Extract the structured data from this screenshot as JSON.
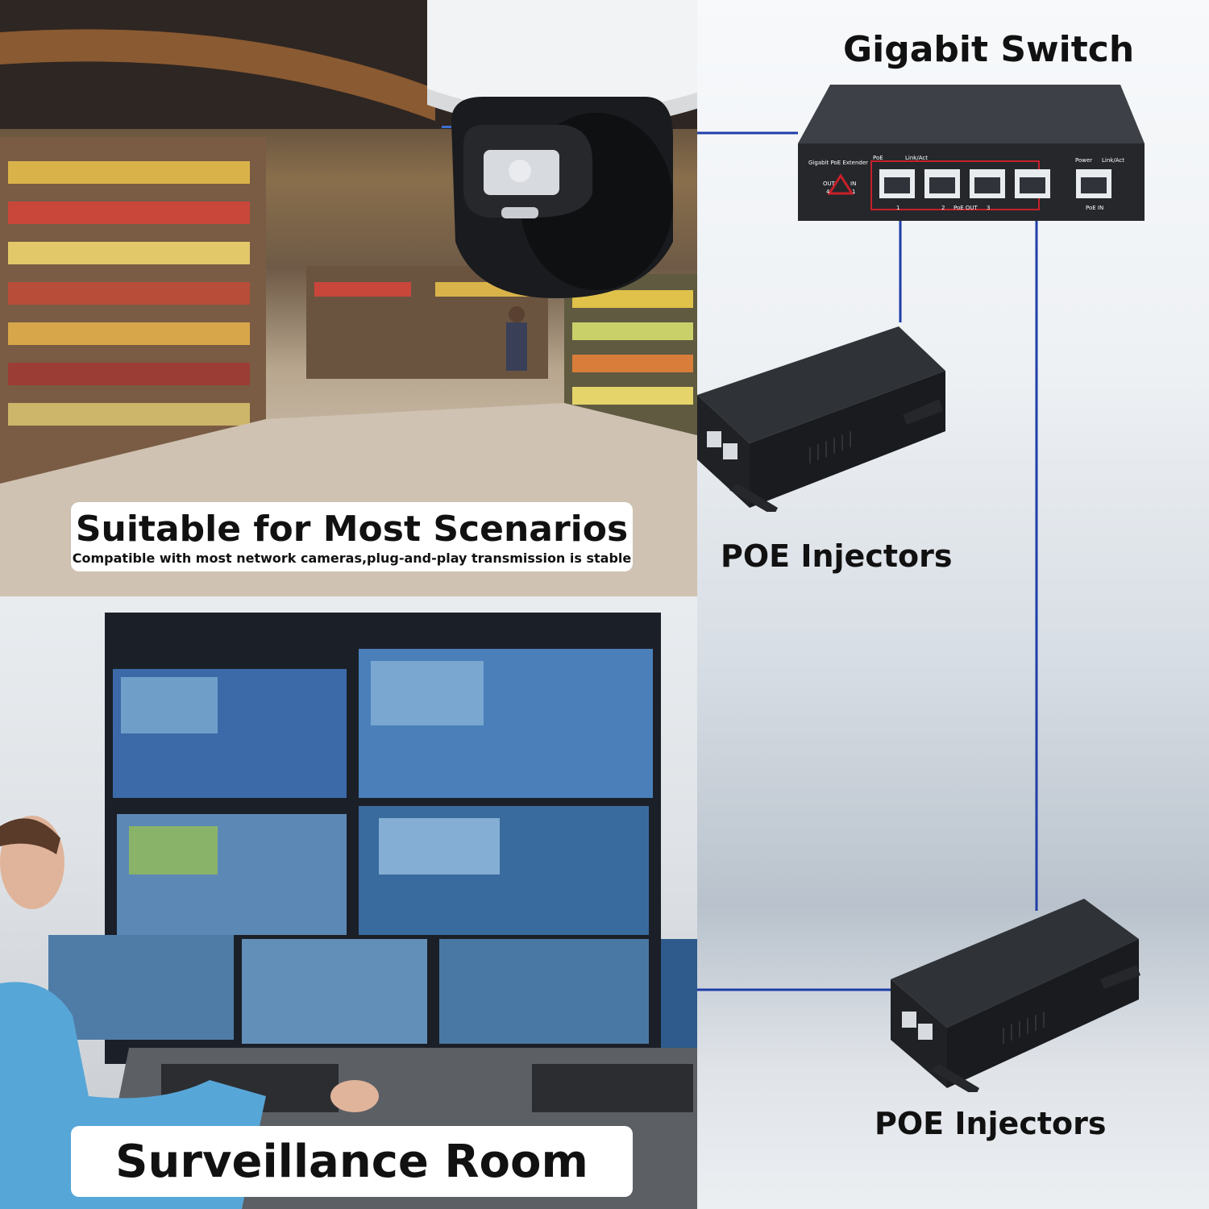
{
  "labels": {
    "switch": "Gigabit Switch",
    "injector_top": "POE Injectors",
    "injector_bottom": "POE Injectors",
    "scenario_title": "Suitable for Most Scenarios",
    "scenario_subtitle": "Compatible with most network cameras,plug-and-play transmission is stable",
    "room_title": "Surveillance Room"
  },
  "switch_panel": {
    "brand": "Gigabit PoE Extender",
    "poe": "PoE",
    "link_act": "Link/Act",
    "power": "Power",
    "link_act_2": "Link/Act",
    "poe_out": "PoE OUT",
    "poe_in": "PoE IN",
    "out": "OUT",
    "in": "IN",
    "out_num": "4",
    "in_num": "1",
    "port_1": "1",
    "port_2": "2",
    "port_3": "3"
  },
  "colors": {
    "cable": "#1f3ea8",
    "switch_body": "#2a2c30",
    "port_highlight": "#c8202a"
  }
}
